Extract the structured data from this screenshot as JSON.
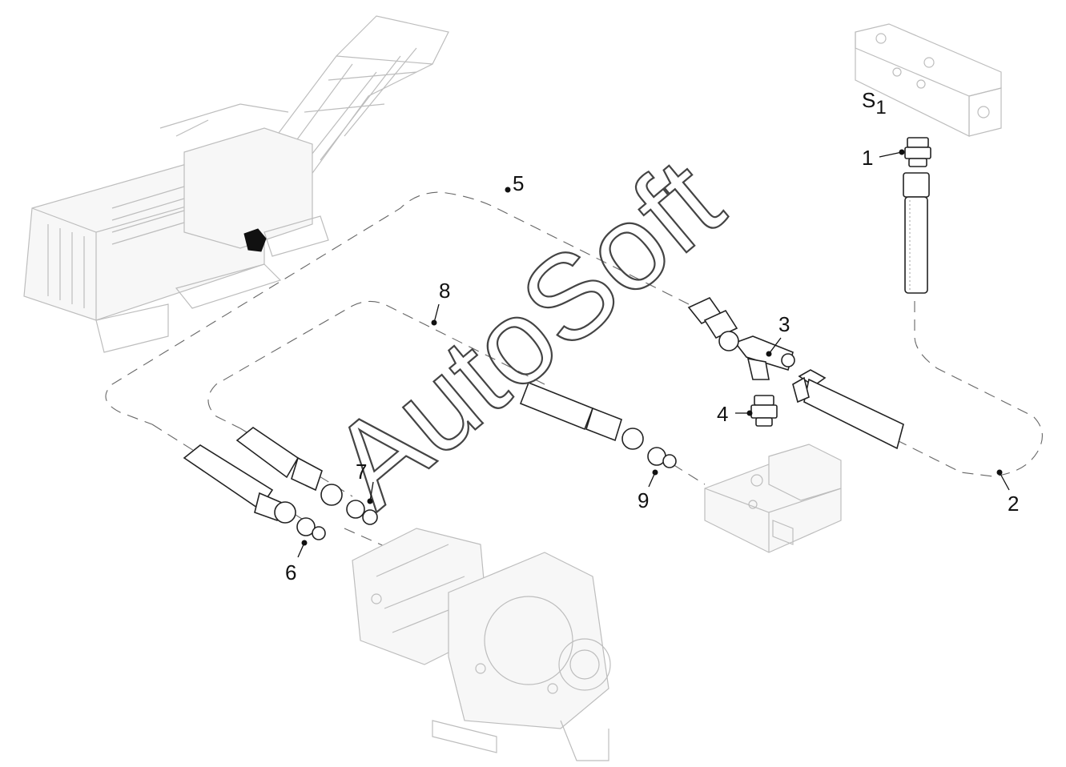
{
  "diagram": {
    "watermark": "AutoSoft",
    "block_label": {
      "main": "S",
      "sub": "1"
    },
    "callouts": [
      {
        "id": "1",
        "label": "1"
      },
      {
        "id": "2",
        "label": "2"
      },
      {
        "id": "3",
        "label": "3"
      },
      {
        "id": "4",
        "label": "4"
      },
      {
        "id": "5",
        "label": "5"
      },
      {
        "id": "6",
        "label": "6"
      },
      {
        "id": "7",
        "label": "7"
      },
      {
        "id": "8",
        "label": "8"
      },
      {
        "id": "9",
        "label": "9"
      }
    ],
    "colors": {
      "ink": "#111111",
      "ghost": "#bdbdbd",
      "dash": "#666666"
    }
  }
}
